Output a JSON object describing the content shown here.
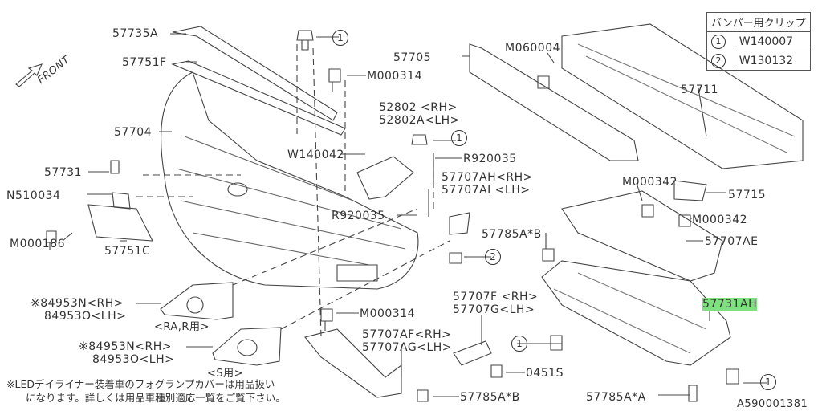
{
  "front_label": "FRONT",
  "clip_table": {
    "header": "バンパー用クリップ",
    "rows": [
      {
        "mark": "1",
        "part": "W140007"
      },
      {
        "mark": "2",
        "part": "W130132"
      }
    ]
  },
  "callouts": {
    "c57735A": "57735A",
    "c57751F": "57751F",
    "c57704": "57704",
    "c57731": "57731",
    "cN510034": "N510034",
    "cM000186": "M000186",
    "c57751C": "57751C",
    "fog_ra_rh": "※84953N<RH>",
    "fog_ra_lh": "84953O<LH>",
    "fog_ra_grade": "<RA,R用>",
    "fog_s_rh": "※84953N<RH>",
    "fog_s_lh": "84953O<LH>",
    "fog_s_grade": "<S用>",
    "cM000314a": "M000314",
    "c52802": "52802 <RH>",
    "c52802A": "52802A<LH>",
    "cW140042": "W140042",
    "cR920035a": "R920035",
    "c57707AH": "57707AH<RH>",
    "c57707AI": "57707AI <LH>",
    "cR920035b": "R920035",
    "c57785AB1": "57785A*B",
    "cM000314b": "M000314",
    "c57707F": "57707F <RH>",
    "c57707G": "57707G<LH>",
    "c57707AF": "57707AF<RH>",
    "c57707AG": "57707AG<LH>",
    "c0451S": "0451S",
    "c57785AB2": "57785A*B",
    "c57705": "57705",
    "cM060004": "M060004",
    "c57711": "57711",
    "cM000342a": "M000342",
    "c57715": "57715",
    "cM000342b": "M000342",
    "c57707AE": "57707AE",
    "c57731AH": "57731AH",
    "c57785AA": "57785A*A"
  },
  "clip_marks": {
    "one": "1",
    "two": "2"
  },
  "note": {
    "line1": "※LEDデイライナー装着車のフォグランプカバーは用品扱い",
    "line2": "になります。詳しくは用品車種別適応一覧をご覧下さい。"
  },
  "diagram_id": "A590001381",
  "highlight_color": "#7ee07e"
}
